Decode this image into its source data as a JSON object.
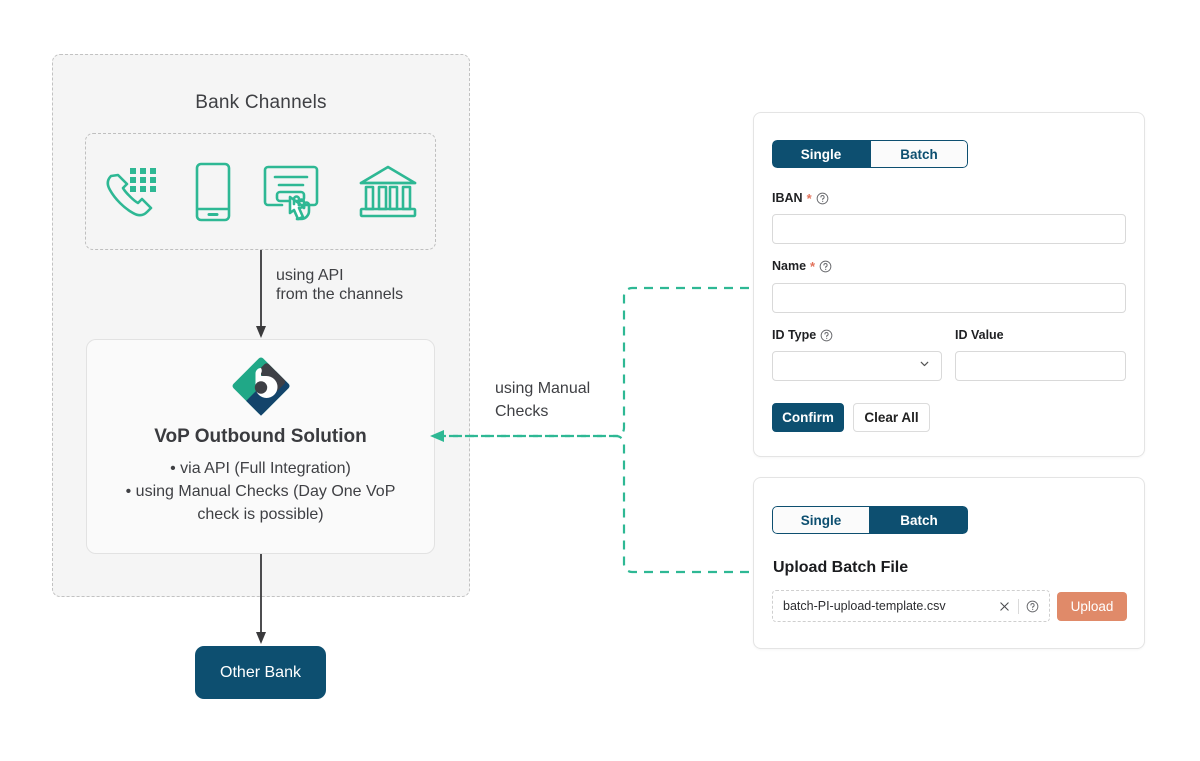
{
  "diagram": {
    "bank_channels": {
      "title": "Bank Channels",
      "icons": [
        {
          "name": "phone-keypad-icon",
          "label": "Phone Banking"
        },
        {
          "name": "mobile-phone-icon",
          "label": "Mobile Banking"
        },
        {
          "name": "online-form-click-icon",
          "label": "Online Banking"
        },
        {
          "name": "bank-building-icon",
          "label": "Branch"
        }
      ]
    },
    "api_arrow_label": "using API\nfrom the channels",
    "vop_card": {
      "title": "VoP Outbound Solution",
      "bullets": [
        "•  via API (Full Integration)",
        "•  using Manual Checks (Day One VoP\ncheck is possible)"
      ],
      "logo_name": "beechange-diamond-logo"
    },
    "manual_connector_label": "using Manual\nChecks",
    "other_bank_label": "Other Bank"
  },
  "single_panel": {
    "tabs": [
      {
        "label": "Single",
        "active": true
      },
      {
        "label": "Batch",
        "active": false
      }
    ],
    "fields": {
      "iban": {
        "label": "IBAN",
        "required": true,
        "help": true,
        "value": "",
        "placeholder": ""
      },
      "name": {
        "label": "Name",
        "required": true,
        "help": true,
        "value": "",
        "placeholder": ""
      },
      "id_type": {
        "label": "ID Type",
        "required": false,
        "help": true,
        "value": "",
        "placeholder": ""
      },
      "id_value": {
        "label": "ID Value",
        "required": false,
        "help": false,
        "value": "",
        "placeholder": ""
      }
    },
    "buttons": {
      "confirm": "Confirm",
      "clear_all": "Clear All"
    }
  },
  "batch_panel": {
    "tabs": [
      {
        "label": "Single",
        "active": false
      },
      {
        "label": "Batch",
        "active": true
      }
    ],
    "heading": "Upload Batch File",
    "file_name": "batch-PI-upload-template.csv",
    "upload_button": "Upload",
    "icons": {
      "clear": "close-x-icon",
      "help": "help-circle-icon"
    }
  },
  "colors": {
    "brand_navy": "#0d4f70",
    "brand_green": "#2eb894",
    "accent_coral": "#e08a69",
    "required_star": "#e2725b",
    "panel_bg": "#f5f5f5",
    "text_dark": "#3a3a3c"
  }
}
